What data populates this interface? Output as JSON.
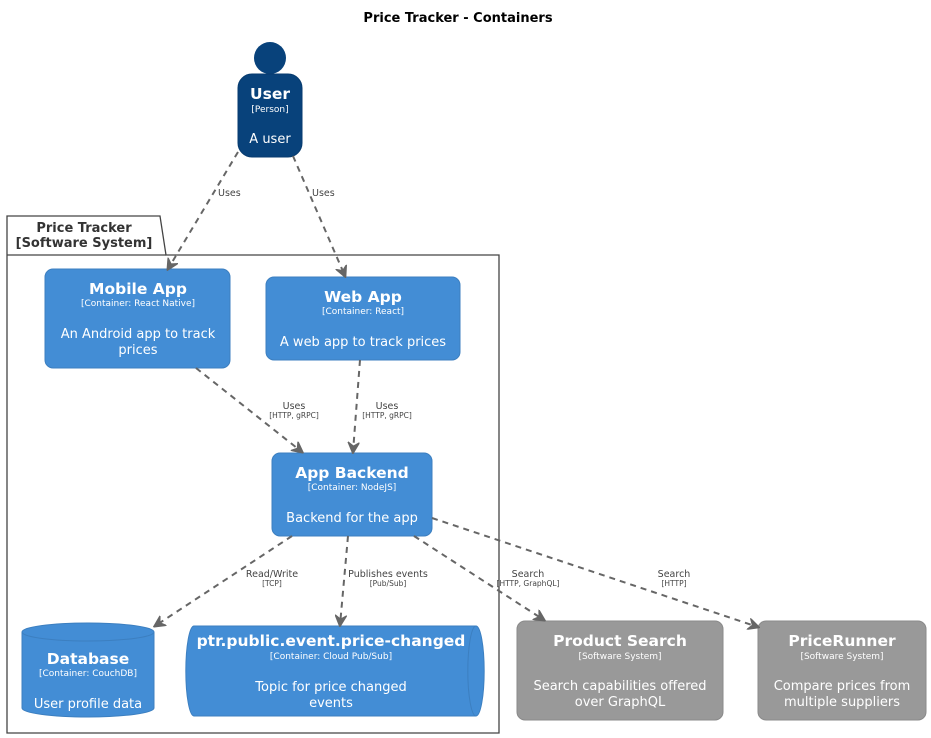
{
  "title": "Price Tracker - Containers",
  "colors": {
    "person": "#08427B",
    "container": "#438DD5",
    "external": "#999999",
    "edge": "#666666",
    "boundary": "#444444"
  },
  "boundary": {
    "name": "Price Tracker",
    "type": "[Software System]"
  },
  "nodes": {
    "user": {
      "name": "User",
      "type": "[Person]",
      "description": "A user"
    },
    "mobile_app": {
      "name": "Mobile App",
      "type": "[Container: React Native]",
      "description_1": "An Android app to track",
      "description_2": "prices"
    },
    "web_app": {
      "name": "Web App",
      "type": "[Container: React]",
      "description": "A web app to track prices"
    },
    "app_backend": {
      "name": "App Backend",
      "type": "[Container: NodeJS]",
      "description": "Backend for the app"
    },
    "database": {
      "name": "Database",
      "type": "[Container: CouchDB]",
      "description": "User profile data"
    },
    "topic": {
      "name": "ptr.public.event.price-changed",
      "type": "[Container: Cloud Pub/Sub]",
      "description_1": "Topic for price changed",
      "description_2": "events"
    },
    "product_search": {
      "name": "Product Search",
      "type": "[Software System]",
      "description_1": "Search capabilities offered",
      "description_2": "over GraphQL"
    },
    "pricerunner": {
      "name": "PriceRunner",
      "type": "[Software System]",
      "description_1": "Compare prices from",
      "description_2": "multiple suppliers"
    }
  },
  "relations": {
    "user_mobile": {
      "label": "Uses"
    },
    "user_web": {
      "label": "Uses"
    },
    "mobile_backend": {
      "label": "Uses",
      "tech": "[HTTP, gRPC]"
    },
    "web_backend": {
      "label": "Uses",
      "tech": "[HTTP, gRPC]"
    },
    "backend_db": {
      "label": "Read/Write",
      "tech": "[TCP]"
    },
    "backend_topic": {
      "label": "Publishes events",
      "tech": "[Pub/Sub]"
    },
    "backend_search": {
      "label": "Search",
      "tech": "[HTTP, GraphQL]"
    },
    "backend_runner": {
      "label": "Search",
      "tech": "[HTTP]"
    }
  }
}
